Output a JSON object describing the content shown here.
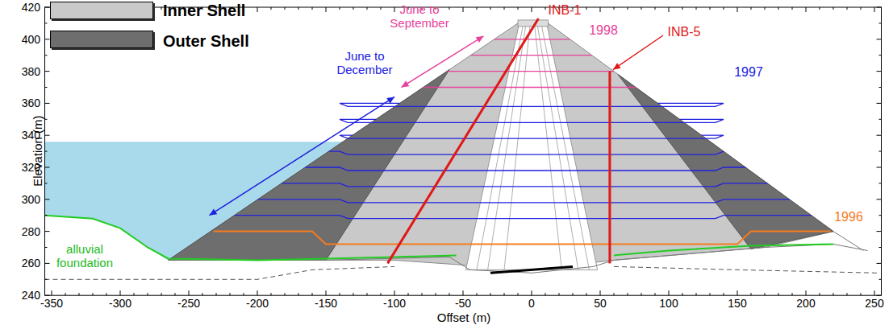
{
  "diagram": {
    "labels": [
      "June to September",
      "June to December",
      "1998",
      "1997",
      "1996",
      "INB-1",
      "INB-5",
      "alluvial foundation",
      "Elevation (m)",
      "Offset (m)",
      "240",
      "260",
      "280",
      "300",
      "320",
      "340",
      "360",
      "380",
      "400",
      "420",
      "-350",
      "-300",
      "-250",
      "-200",
      "-150",
      "-100",
      "-50",
      "0",
      "50",
      "100",
      "150",
      "200",
      "250"
    ],
    "legend": [
      {
        "text": "Inner Shell",
        "color": "#c9c9c9"
      },
      {
        "text": "Outer Shell",
        "color": "#6e6e6e"
      }
    ]
  }
}
